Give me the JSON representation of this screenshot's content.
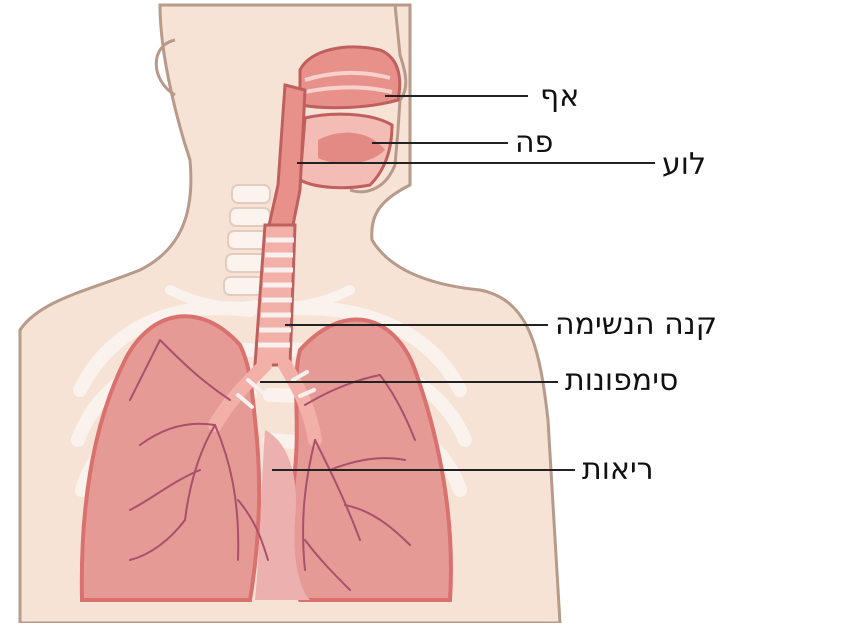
{
  "labels": {
    "nose": "אף",
    "mouth": "פה",
    "pharynx": "לוע",
    "trachea": "קנה הנשימה",
    "bronchi": "סימפונות",
    "lungs": "ריאות"
  },
  "colors": {
    "skin": "#f6e3d6",
    "skin_outline": "#b89a8a",
    "lung_fill": "#e69a96",
    "lung_dark": "#d9716f",
    "airway": "#f2b0a8",
    "ring": "#f7f0ec",
    "bronchi_line": "#a9506b",
    "rib": "#fbf3ee",
    "leader_line": "#222222"
  }
}
